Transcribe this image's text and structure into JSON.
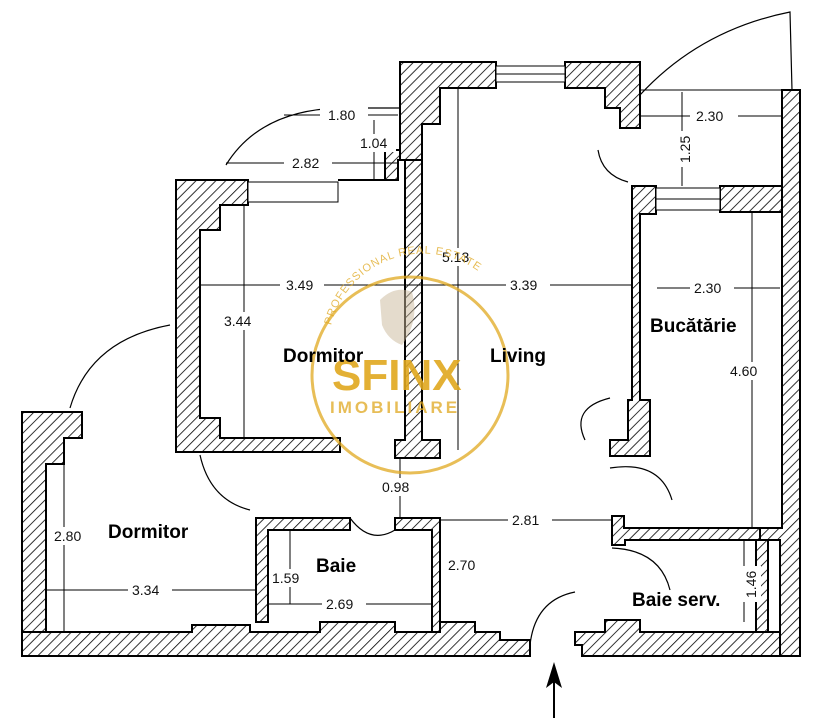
{
  "rooms": {
    "dormitor_1": "Dormitor",
    "living": "Living",
    "bucatarie": "Bucătărie",
    "dormitor_2": "Dormitor",
    "baie": "Baie",
    "baie_serv": "Baie serv."
  },
  "dimensions": {
    "d180": "1.80",
    "d104": "1.04",
    "d282": "2.82",
    "d230_top": "2.30",
    "d125": "1.25",
    "d513": "5.13",
    "d349": "3.49",
    "d339": "3.39",
    "d230_kitchen": "2.30",
    "d344": "3.44",
    "d460": "4.60",
    "d098": "0.98",
    "d281": "2.81",
    "d280": "2.80",
    "d334": "3.34",
    "d159": "1.59",
    "d269": "2.69",
    "d270": "2.70",
    "d146": "1.46"
  },
  "watermark": {
    "brand": "SFINX",
    "subtitle": "IMOBILIARE",
    "arc_text": "PROFESSIONAL REAL ESTATE",
    "color": "#e0a81f"
  },
  "icons": {
    "entrance": "arrow-up-icon"
  }
}
